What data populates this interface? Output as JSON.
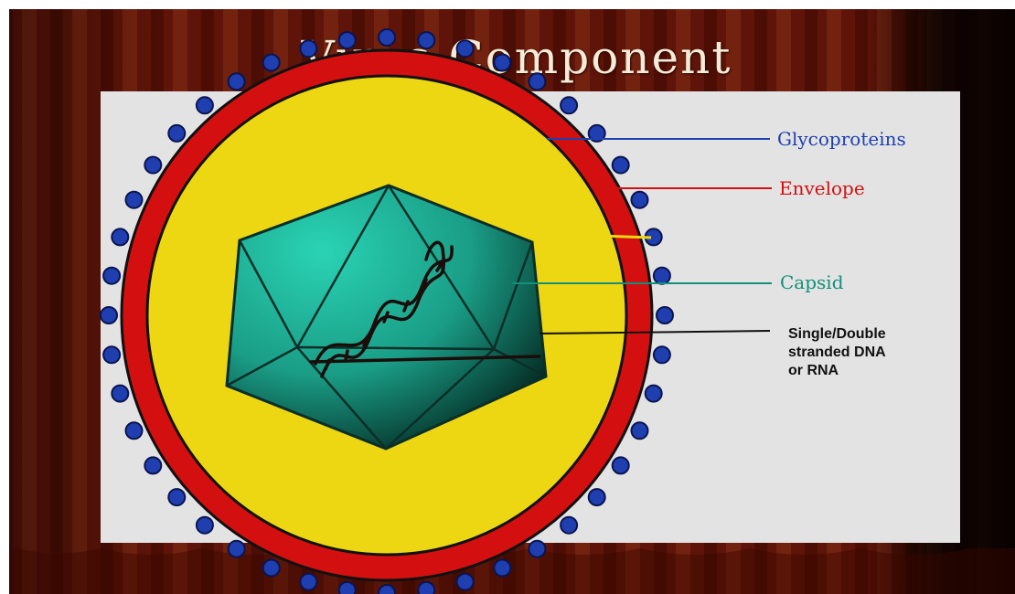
{
  "title": "Virus Component",
  "labels": {
    "glycoproteins": "Glycoproteins",
    "envelope": "Envelope",
    "capsid": "Capsid",
    "nucleic_acid": "Single/Double\nstranded DNA\nor RNA"
  },
  "colors": {
    "glycoproteins": "#1f3fb0",
    "envelope": "#d40f0f",
    "capsid": "#12907a",
    "nucleic_acid": "#111111",
    "matrix": "#ecd712",
    "curtain": "#5a1206"
  }
}
